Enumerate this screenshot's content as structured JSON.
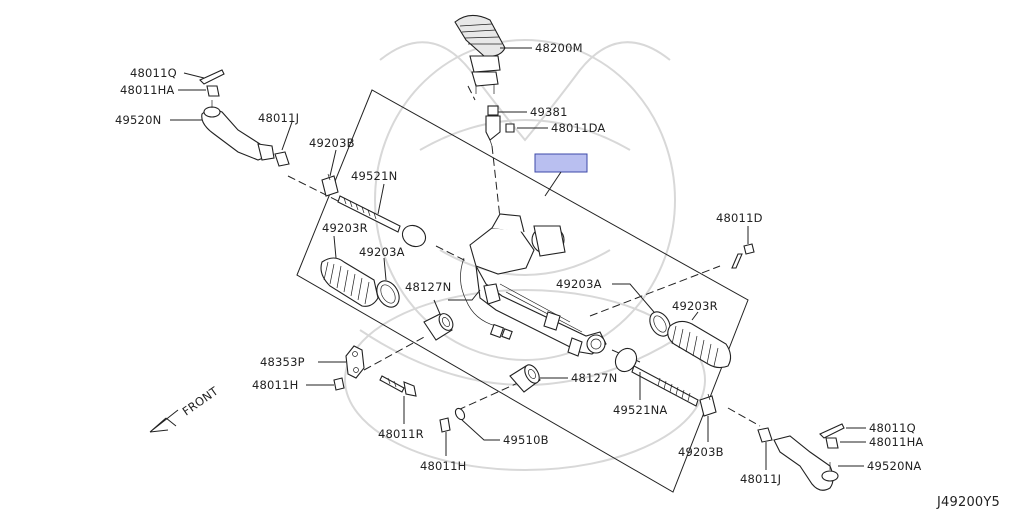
{
  "diagram_id": "J49200Y5",
  "front_label": "FRONT",
  "callouts": [
    {
      "id": "c-48200M",
      "text": "48200M"
    },
    {
      "id": "c-49381",
      "text": "49381"
    },
    {
      "id": "c-48011DA",
      "text": "48011DA"
    },
    {
      "id": "c-48011Q-l",
      "text": "48011Q"
    },
    {
      "id": "c-48011HA-l",
      "text": "48011HA"
    },
    {
      "id": "c-49520N",
      "text": "49520N"
    },
    {
      "id": "c-48011J-l",
      "text": "48011J"
    },
    {
      "id": "c-49203B-l",
      "text": "49203B"
    },
    {
      "id": "c-49521N",
      "text": "49521N"
    },
    {
      "id": "c-49203R-l",
      "text": "49203R"
    },
    {
      "id": "c-49203A-l",
      "text": "49203A"
    },
    {
      "id": "c-48127N-u",
      "text": "48127N"
    },
    {
      "id": "c-48353P",
      "text": "48353P"
    },
    {
      "id": "c-48011H-l",
      "text": "48011H"
    },
    {
      "id": "c-48011R",
      "text": "48011R"
    },
    {
      "id": "c-48011H-b",
      "text": "48011H"
    },
    {
      "id": "c-49510B",
      "text": "49510B"
    },
    {
      "id": "c-48127N-l",
      "text": "48127N"
    },
    {
      "id": "c-49521NA",
      "text": "49521NA"
    },
    {
      "id": "c-49203B-r",
      "text": "49203B"
    },
    {
      "id": "c-49203A-r",
      "text": "49203A"
    },
    {
      "id": "c-49203R-r",
      "text": "49203R"
    },
    {
      "id": "c-48011D",
      "text": "48011D"
    },
    {
      "id": "c-48011J-r",
      "text": "48011J"
    },
    {
      "id": "c-48011Q-r",
      "text": "48011Q"
    },
    {
      "id": "c-48011HA-r",
      "text": "48011HA"
    },
    {
      "id": "c-49520NA",
      "text": "49520NA"
    }
  ],
  "colors": {
    "line": "#222222",
    "highlight_fill": "#b9bff0",
    "highlight_stroke": "#3d4aa8"
  }
}
